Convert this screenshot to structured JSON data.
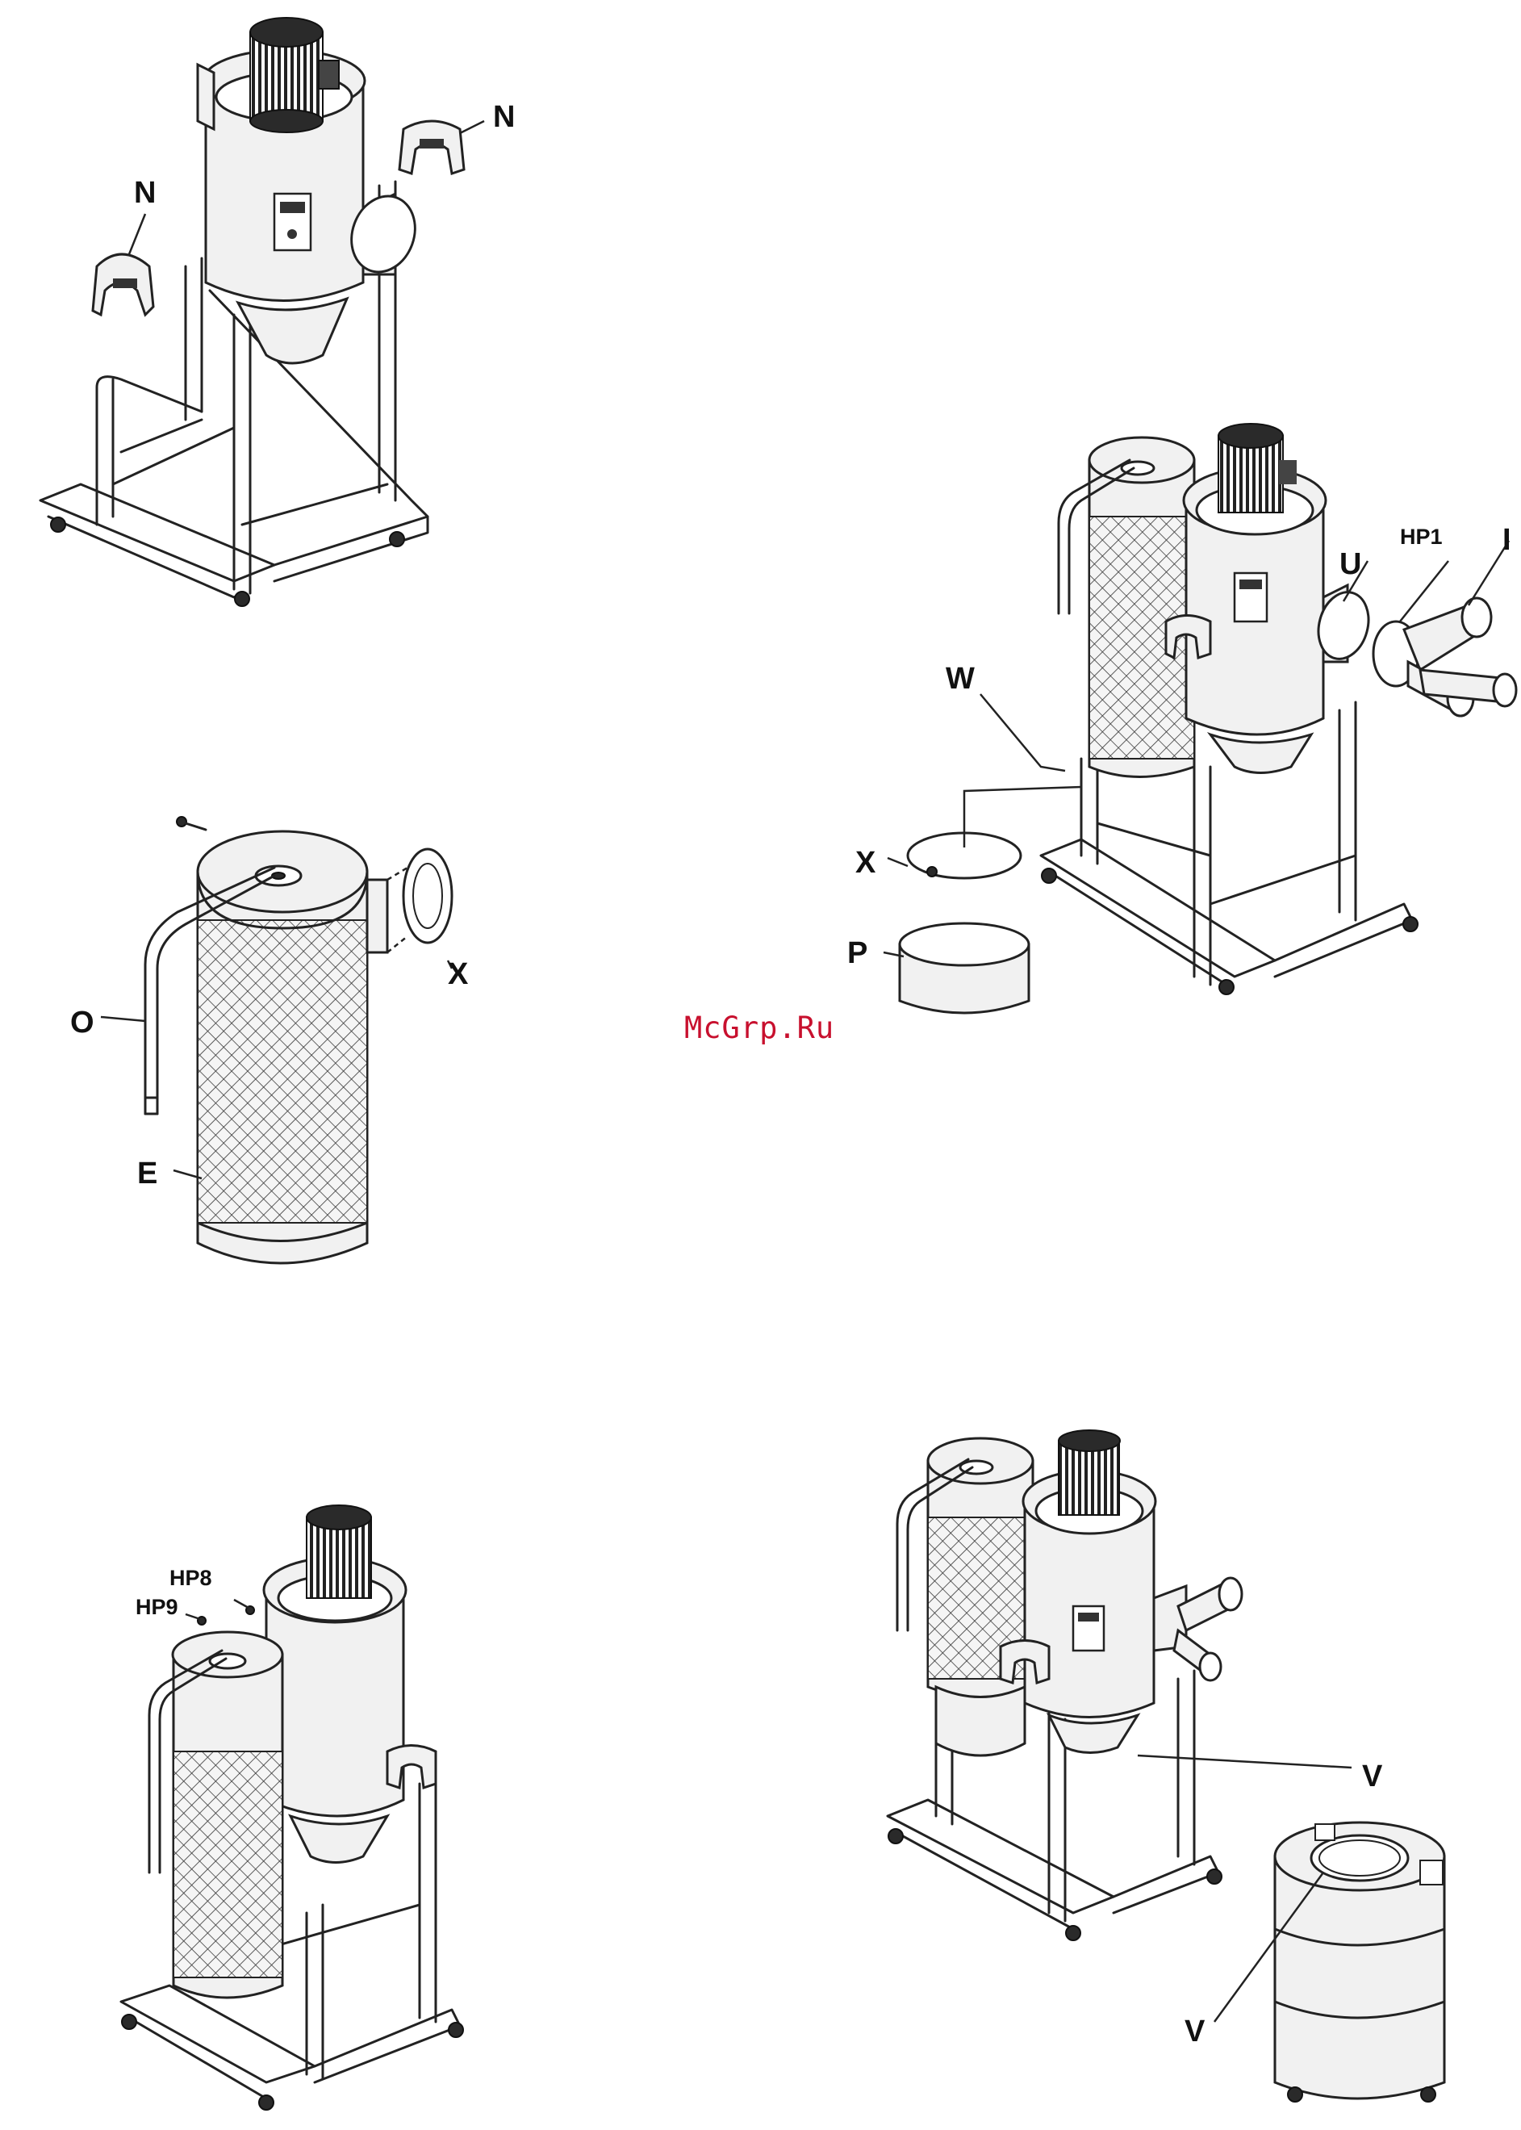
{
  "watermark": "McGrp.Ru",
  "figures": {
    "fig1": {
      "labels": {
        "n_left": "N",
        "n_right": "N"
      }
    },
    "fig2": {
      "labels": {
        "o": "O",
        "e": "E",
        "x": "X"
      }
    },
    "fig3": {
      "labels": {
        "hp1": "HP1",
        "i": "I",
        "u": "U",
        "w": "W",
        "x": "X",
        "p": "P"
      }
    },
    "fig4": {
      "labels": {
        "hp8": "HP8",
        "hp9": "HP9"
      }
    },
    "fig5": {
      "labels": {
        "v_top": "V",
        "v_bottom": "V"
      }
    }
  }
}
